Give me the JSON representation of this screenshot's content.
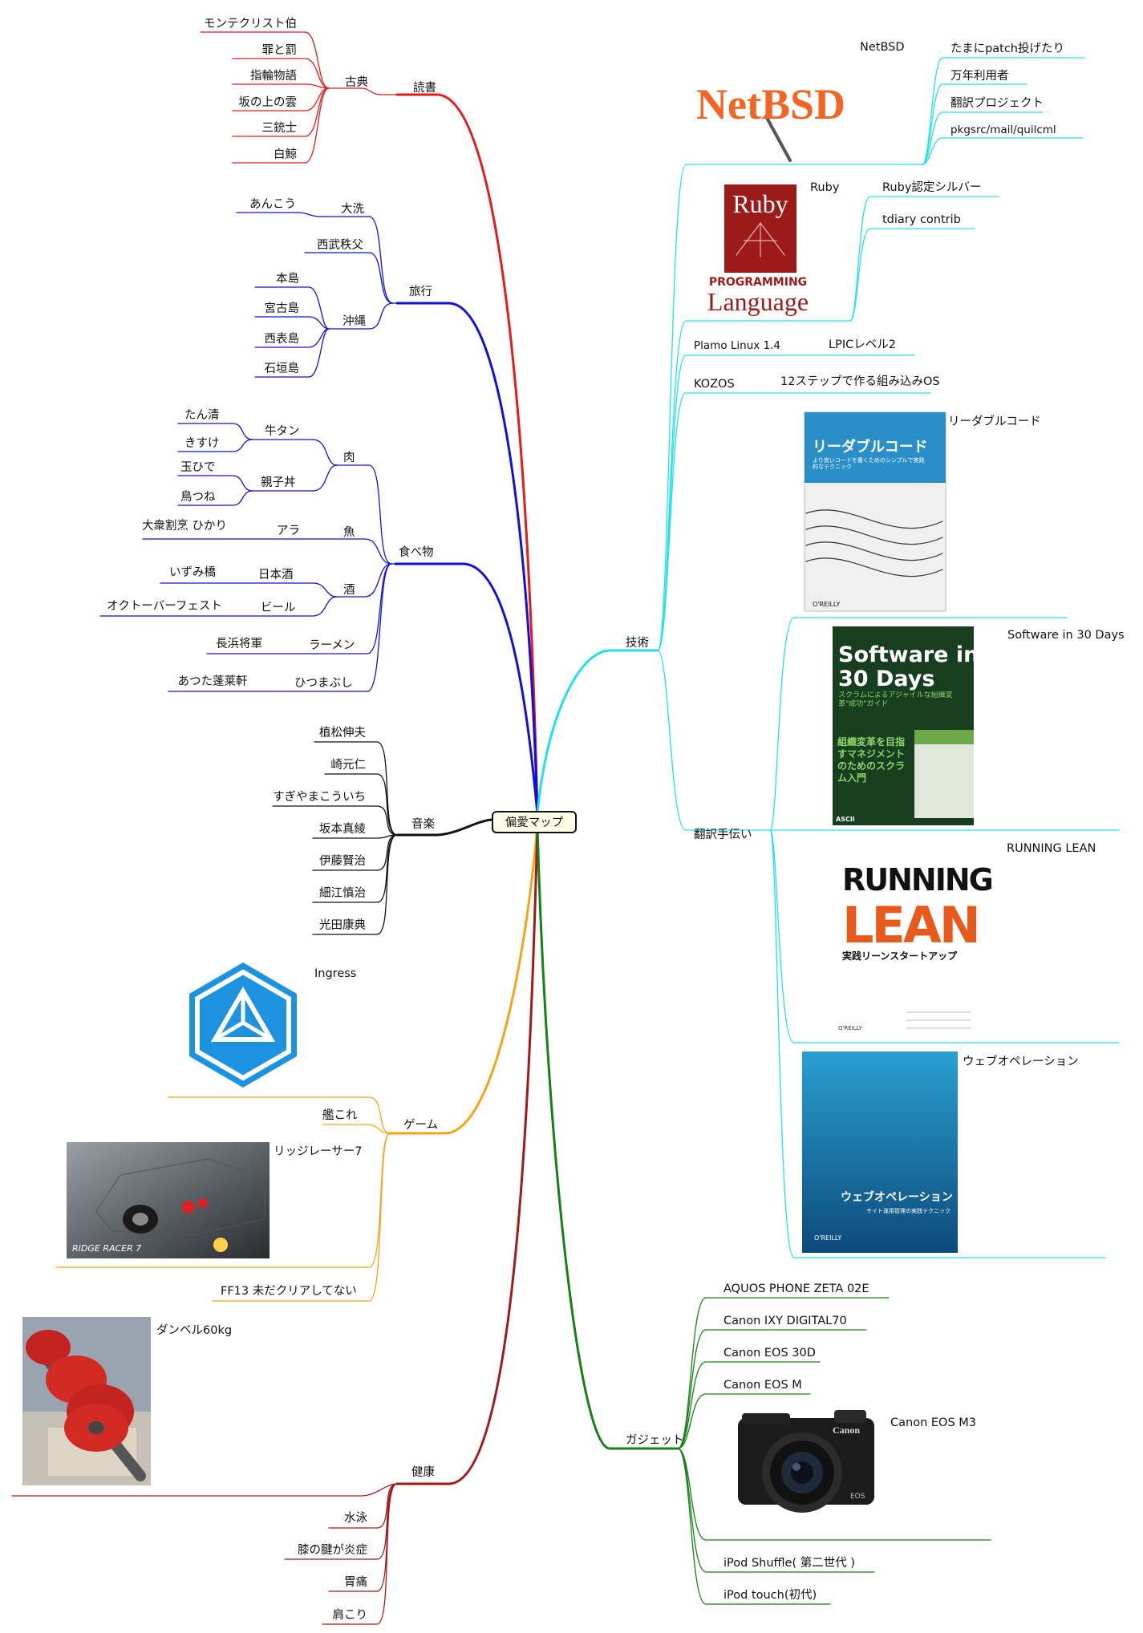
{
  "root": "偏愛マップ",
  "colors": {
    "reading": "#e51a1a",
    "travel": "#1010d8",
    "food": "#1010d8",
    "music": "#111111",
    "game": "#f2a516",
    "health": "#a11a1a",
    "tech": "#21e0ee",
    "gadget": "#158015",
    "root_fill": "#fffee6"
  },
  "left": {
    "reading": {
      "label": "読書",
      "classics": {
        "label": "古典",
        "items": [
          "モンテクリスト伯",
          "罪と罰",
          "指輪物語",
          "坂の上の雲",
          "三銃士",
          "白鯨"
        ]
      }
    },
    "travel": {
      "label": "旅行",
      "oarai": {
        "label": "大洗",
        "item": "あんこう"
      },
      "seibu": "西武秩父",
      "okinawa": {
        "label": "沖縄",
        "items": [
          "本島",
          "宮古島",
          "西表島",
          "石垣島"
        ]
      }
    },
    "food": {
      "label": "食べ物",
      "meat": {
        "label": "肉",
        "gyutan": {
          "label": "牛タン",
          "items": [
            "たん清",
            "きすけ"
          ]
        },
        "oyako": {
          "label": "親子丼",
          "items": [
            "玉ひで",
            "鳥つね"
          ]
        }
      },
      "fish": {
        "label": "魚",
        "ara": {
          "label": "アラ",
          "item": "大衆割烹 ひかり"
        }
      },
      "sake": {
        "label": "酒",
        "nihonshu": {
          "label": "日本酒",
          "item": "いずみ橋"
        },
        "beer": {
          "label": "ビール",
          "item": "オクトーバーフェスト"
        }
      },
      "ramen": {
        "label": "ラーメン",
        "item": "長浜将軍"
      },
      "hitsumabushi": {
        "label": "ひつまぶし",
        "item": "あつた蓬莱軒"
      }
    },
    "music": {
      "label": "音楽",
      "items": [
        "植松伸夫",
        "崎元仁",
        "すぎやまこういち",
        "坂本真綾",
        "伊藤賢治",
        "細江慎治",
        "光田康典"
      ]
    },
    "game": {
      "label": "ゲーム",
      "ingress": "Ingress",
      "kancolle": "艦これ",
      "ridge": "リッジレーサー7",
      "ridge_logo": "RIDGE RACER 7",
      "ff13": "FF13 未だクリアしてない"
    },
    "health": {
      "label": "健康",
      "dumbbell": "ダンベル60kg",
      "items": [
        "水泳",
        "膝の腱が炎症",
        "胃痛",
        "肩こり"
      ]
    }
  },
  "right": {
    "tech": {
      "label": "技術",
      "netbsd": {
        "label": "NetBSD",
        "logo_text": "NetBSD",
        "items": [
          "たまにpatch投げたり",
          "万年利用者",
          "翻訳プロジェクト",
          "pkgsrc/mail/quilcml"
        ]
      },
      "ruby": {
        "label": "Ruby",
        "logo_word": "Ruby",
        "logo_sub1": "PROGRAMMING",
        "logo_sub2": "Language",
        "items": [
          "Ruby認定シルバー",
          "tdiary contrib"
        ]
      },
      "plamo": {
        "label": "Plamo Linux 1.4",
        "item": "LPICレベル2"
      },
      "kozos": {
        "label": "KOZOS",
        "item": "12ステップで作る組み込みOS"
      },
      "translation": {
        "label": "翻訳手伝い",
        "books": [
          {
            "label": "リーダブルコード",
            "cover_title": "リーダブルコード",
            "cover_sub": "より良いコードを書くためのシンプルで実践的なテクニック",
            "publisher": "O'REILLY"
          },
          {
            "label": "Software in 30 Days",
            "cover_title1": "Software in",
            "cover_title2": "30 Days",
            "cover_sub": "スクラムによるアジャイルな組織変革\"成功\"ガイド",
            "cover_side": "組織変革を目指すマネジメントのためのスクラム入門",
            "publisher": "ASCII"
          },
          {
            "label": "RUNNING LEAN",
            "cover_title1": "RUNNING",
            "cover_title2": "LEAN",
            "cover_sub": "実践リーンスタートアップ",
            "publisher": "O'REILLY"
          },
          {
            "label": "ウェブオペレーション",
            "cover_title": "ウェブオペレーション",
            "cover_sub": "サイト運用管理の実践テクニック",
            "publisher": "O'REILLY"
          }
        ]
      }
    },
    "gadget": {
      "label": "ガジェット",
      "items": [
        "AQUOS PHONE ZETA 02E",
        "Canon IXY DIGITAL70",
        "Canon EOS 30D",
        "Canon EOS M"
      ],
      "m3": "Canon EOS M3",
      "m3_brand": "Canon",
      "m3_model": "EOS",
      "items2": [
        "iPod Shuffle( 第二世代 )",
        "iPod touch(初代)"
      ]
    }
  }
}
